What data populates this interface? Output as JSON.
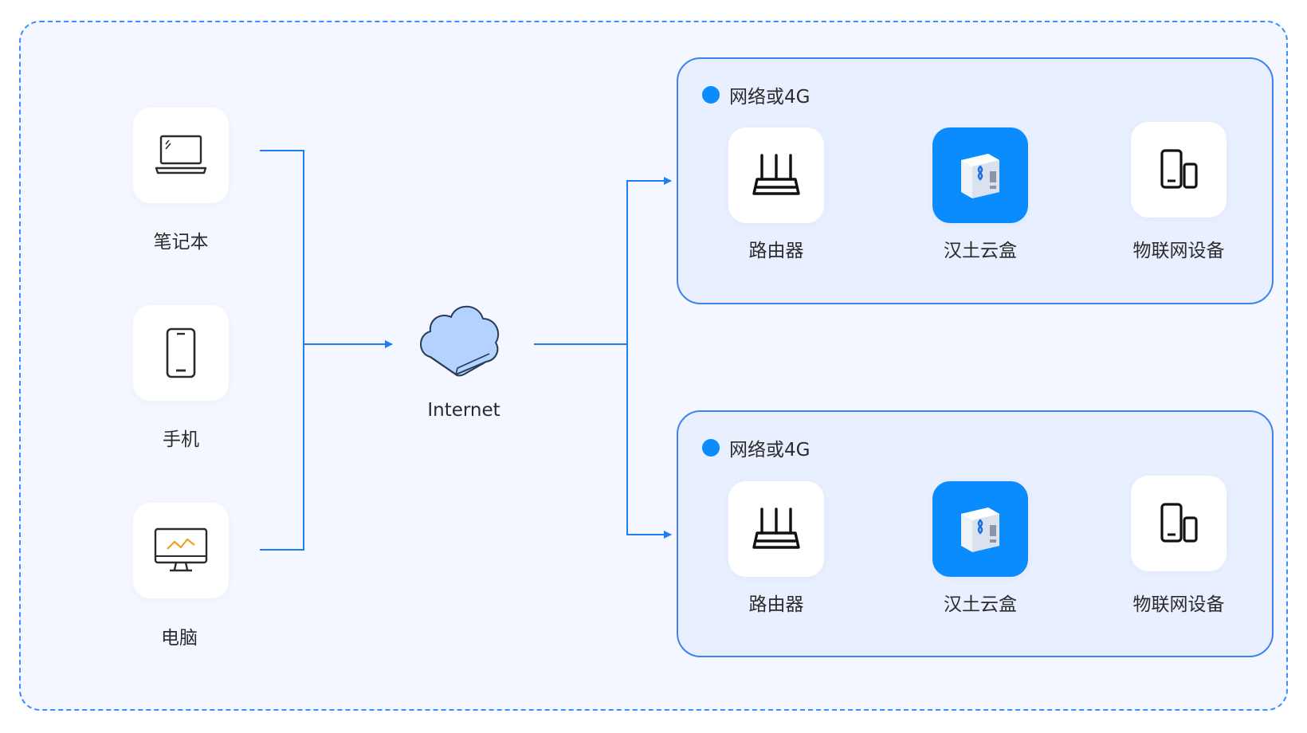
{
  "sources": {
    "laptop": {
      "label": "笔记本",
      "icon": "laptop-icon"
    },
    "phone": {
      "label": "手机",
      "icon": "smartphone-icon"
    },
    "desktop": {
      "label": "电脑",
      "icon": "monitor-icon"
    }
  },
  "cloud": {
    "label": "Internet",
    "icon": "cloud-icon"
  },
  "regions": [
    {
      "title": "网络或4G",
      "router": {
        "label": "路由器",
        "icon": "router-icon"
      },
      "gateway": {
        "label": "汉土云盒",
        "icon": "cloud-box-icon"
      },
      "device": {
        "label": "物联网设备",
        "icon": "iot-devices-icon"
      }
    },
    {
      "title": "网络或4G",
      "router": {
        "label": "路由器",
        "icon": "router-icon"
      },
      "gateway": {
        "label": "汉土云盒",
        "icon": "cloud-box-icon"
      },
      "device": {
        "label": "物联网设备",
        "icon": "iot-devices-icon"
      }
    }
  ],
  "colors": {
    "accent": "#0a8cff",
    "line": "#1e7ff0",
    "frame_border": "#3a8dff",
    "frame_fill": "#f4f7ff",
    "region_fill": "#e8efff",
    "cloud_fill": "#b3d2ff"
  }
}
